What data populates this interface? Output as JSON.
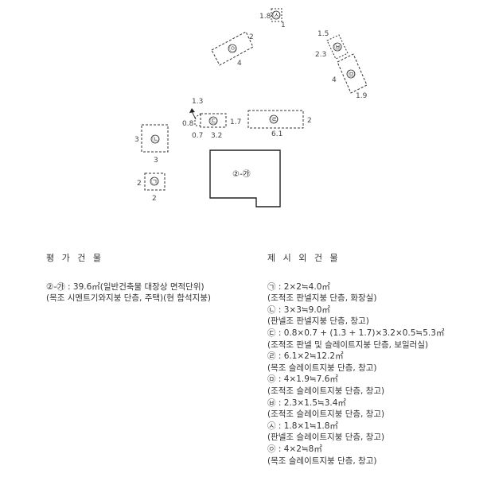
{
  "diagram": {
    "main_building": {
      "label": "②-㉮"
    },
    "annex": {
      "a": {
        "symbol": "㉠",
        "dims": [
          "2",
          "2"
        ]
      },
      "b": {
        "symbol": "㉡",
        "dims": [
          "3",
          "3"
        ]
      },
      "c": {
        "symbol": "㉢",
        "dims": [
          "0.8",
          "0.7",
          "1.3",
          "3.2",
          "1.7"
        ]
      },
      "d": {
        "symbol": "㉣",
        "dims": [
          "6.1",
          "2"
        ]
      },
      "e": {
        "symbol": "㉤",
        "dims": [
          "4",
          "1.9"
        ]
      },
      "f": {
        "symbol": "㉥",
        "dims": [
          "1.5",
          "2.3"
        ]
      },
      "g": {
        "symbol": "㉦",
        "dims": [
          "1.8",
          "1"
        ]
      },
      "h": {
        "symbol": "㉧",
        "dims": [
          "2",
          "4"
        ]
      }
    }
  },
  "left_section": {
    "heading": "평 가 건 물",
    "lines": [
      "②-㉮ : 39.6㎡(일반건축물 대장상 면적단위)",
      "(목조 시멘트기와지붕 단층, 주택)(현 함석지붕)"
    ]
  },
  "right_section": {
    "heading": "제 시 외 건 물",
    "lines": [
      "㉠ : 2×2≒4.0㎡",
      "(조적조 판넬지붕 단층, 화장실)",
      "㉡ : 3×3≒9.0㎡",
      "(판넬조 판넬지붕 단층, 창고)",
      "㉢ : 0.8×0.7 + (1.3 + 1.7)×3.2×0.5≒5.3㎡",
      "(조적조 판넬 및 슬레이트지붕 단층, 보일러실)",
      "㉣ : 6.1×2≒12.2㎡",
      "(목조 슬레이트지붕 단층, 창고)",
      "㉤ : 4×1.9≒7.6㎡",
      "(조적조 슬레이트지붕 단층, 창고)",
      "㉥ : 2.3×1.5≒3.4㎡",
      "(조적조 슬레이트지붕 단층, 창고)",
      "㉦ : 1.8×1≒1.8㎡",
      "(판넬조 슬레이트지붕 단층, 창고)",
      "㉧ : 4×2≒8㎡",
      "(목조 슬레이트지붕 단층, 창고)"
    ]
  }
}
